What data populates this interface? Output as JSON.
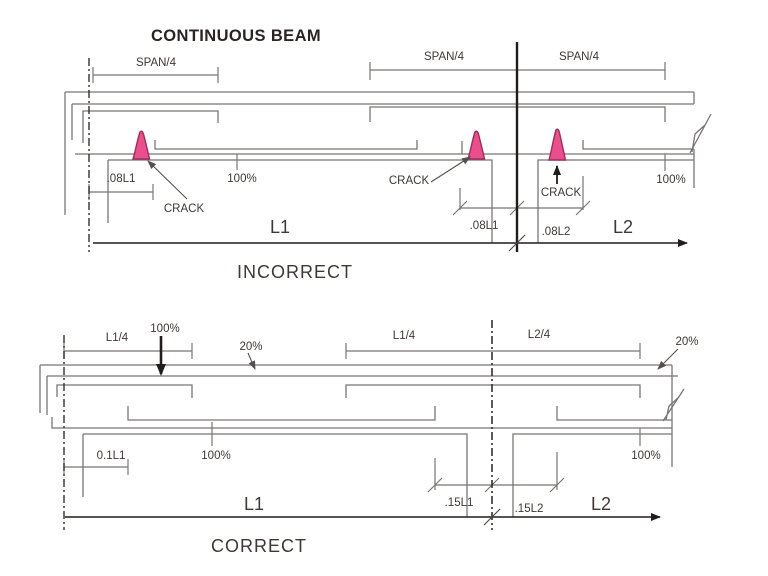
{
  "title": "CONTINUOUS BEAM",
  "colors": {
    "crack_fill": "#ec4d8b",
    "crack_stroke": "#9c2e5c",
    "line_gray": "#7a7575",
    "text_dark": "#3f3836",
    "support_black": "#221c1a"
  },
  "incorrect": {
    "caption": "INCORRECT",
    "span4_left": "SPAN/4",
    "span4_mid": "SPAN/4",
    "span4_right": "SPAN/4",
    "dim_08l1_left": ".08L1",
    "dim_08l1_mid": ".08L1",
    "dim_08l2": ".08L2",
    "pct_left": "100%",
    "pct_right": "100%",
    "crack_left": "CRACK",
    "crack_mid": "CRACK",
    "crack_right": "CRACK",
    "l1": "L1",
    "l2": "L2"
  },
  "correct": {
    "caption": "CORRECT",
    "l14_left": "L1/4",
    "l14_mid": "L1/4",
    "l24": "L2/4",
    "pct_anchor": "100%",
    "pct20_left": "20%",
    "pct20_right": "20%",
    "dim_01l1": "0.1L1",
    "pct_bottom_left": "100%",
    "pct_bottom_right": "100%",
    "dim_15l1": ".15L1",
    "dim_15l2": ".15L2",
    "l1": "L1",
    "l2": "L2"
  }
}
